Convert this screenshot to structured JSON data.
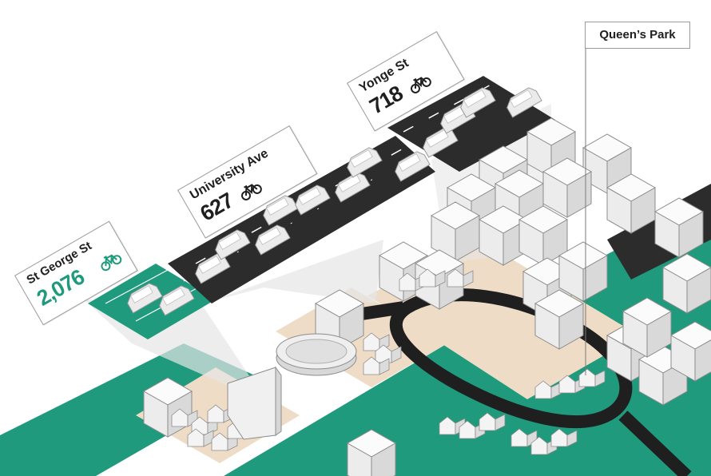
{
  "labels": {
    "st_george": {
      "name": "St George St",
      "count": "2,076"
    },
    "university": {
      "name": "University Ave",
      "count": "627"
    },
    "yonge": {
      "name": "Yonge St",
      "count": "718"
    },
    "queens_park": {
      "name": "Queen’s Park"
    }
  },
  "colors": {
    "green": "#1f9a7d",
    "dark_road": "#2c2c2c",
    "sand": "#efdcc6",
    "track": "#1f1f1f",
    "building": "#f4f4f4",
    "building_side": "#d8d8d8",
    "outline": "#9a9a9a"
  },
  "icons": [
    "bicycle-icon"
  ]
}
